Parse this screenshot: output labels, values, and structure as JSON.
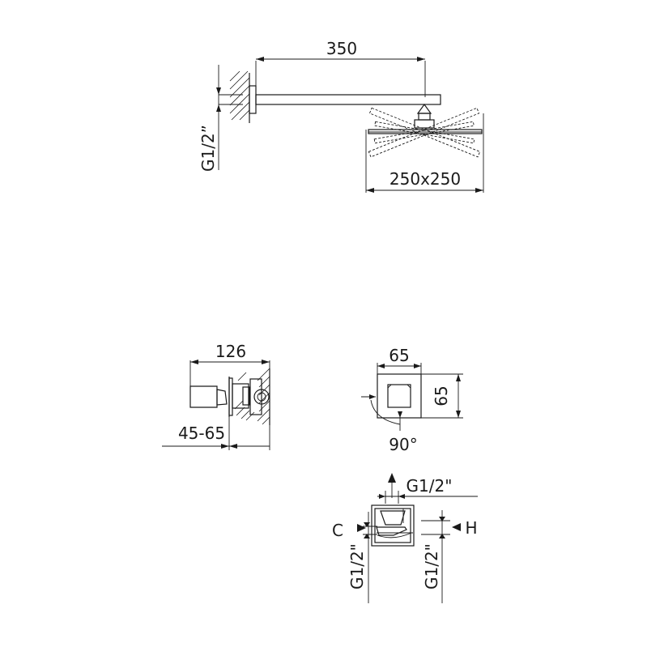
{
  "shower_arm_view": {
    "arm_length_label": "350",
    "head_size_label": "250x250",
    "inlet_thread_label": "G1/2”"
  },
  "valve_side_view": {
    "depth_label": "126",
    "embed_range_label": "45-65"
  },
  "trim_plate_view": {
    "width_label": "65",
    "height_label": "65",
    "rotation_label": "90°"
  },
  "valve_connections_view": {
    "top_outlet_thread_label": "G1/2\"",
    "cold_label": "C",
    "hot_label": "H",
    "left_inlet_thread_label": "G1/2\"",
    "right_inlet_thread_label": "G1/2\""
  }
}
